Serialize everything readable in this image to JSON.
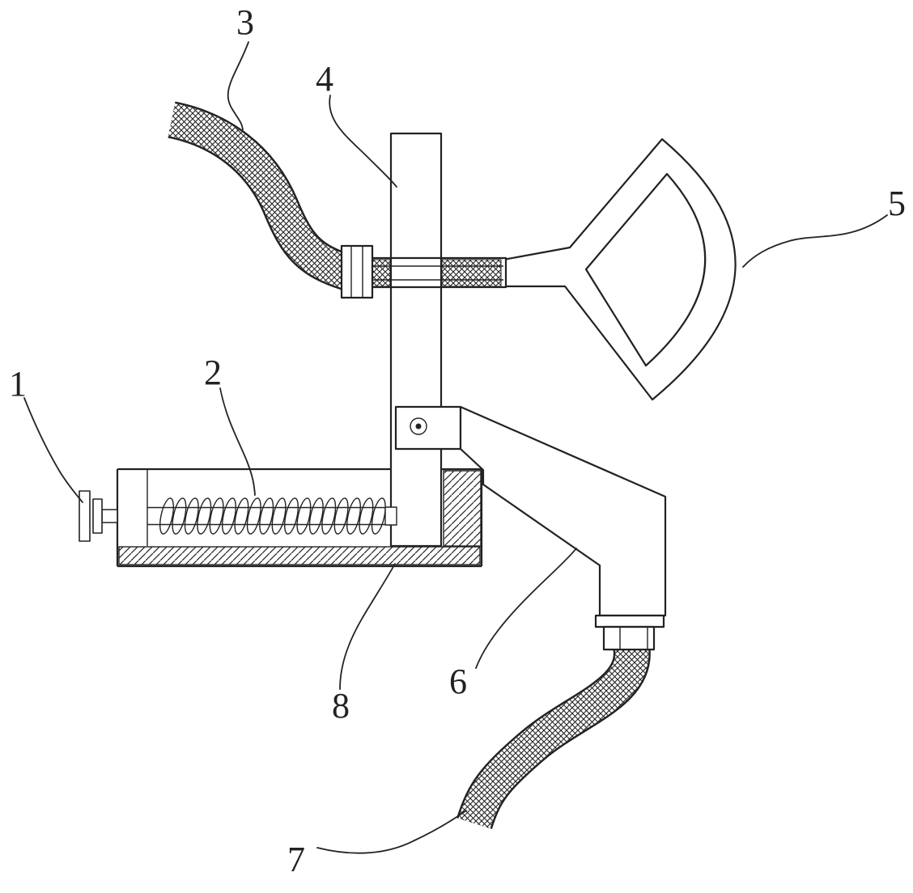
{
  "figure": {
    "kind": "patent-style mechanical assembly line drawing",
    "colors": {
      "ink": "#222222",
      "background": "#ffffff"
    }
  },
  "labels": {
    "n1": "1",
    "n2": "2",
    "n3": "3",
    "n4": "4",
    "n5": "5",
    "n6": "6",
    "n7": "7",
    "n8": "8"
  }
}
